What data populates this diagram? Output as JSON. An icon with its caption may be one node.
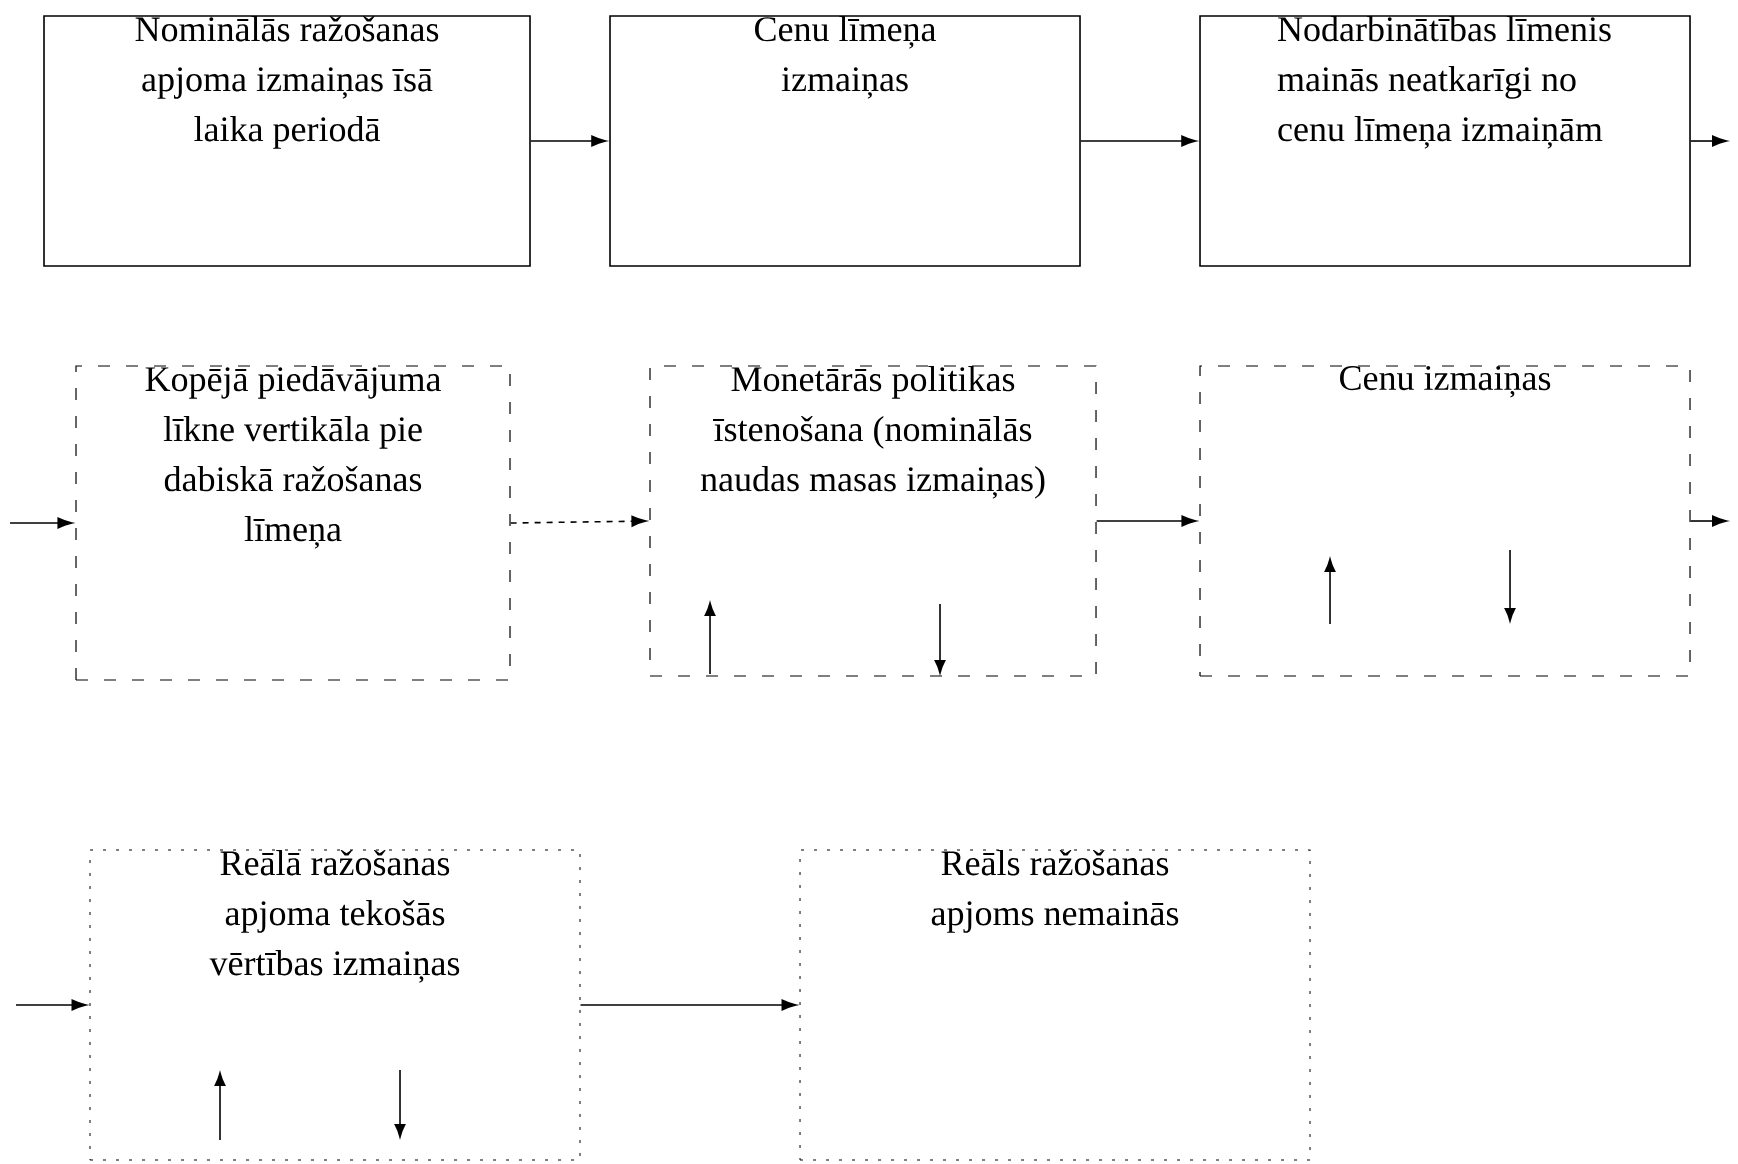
{
  "diagram": {
    "nodes": [
      {
        "text": [
          "Nominālās ražošanas apjoma izmaiņas īsā laika periodā"
        ]
      },
      {
        "text": [
          "Cenu līmeņa izmaiņas"
        ]
      },
      {
        "text": [
          "Nodarbinātības līmenis mainās neatkarīgi no cenu līmeņa izmaiņām"
        ]
      },
      {
        "text": [
          "Kopējā piedāvājuma līkne vertikāla pie dabiskā ražošanas līmeņa"
        ]
      },
      {
        "text": [
          "Monetārās politikas īstenošana (nominālās naudas masas izmaiņas)"
        ]
      },
      {
        "text": [
          "Cenu izmaiņas"
        ]
      },
      {
        "text": [
          "Reālā ražošanas apjoma tekošās vērtības izmaiņas"
        ]
      },
      {
        "text": [
          "Reāls ražošanas apjoms nemainās"
        ]
      }
    ],
    "edges": [
      {
        "from": 0,
        "to": 1,
        "arrow": "to"
      },
      {
        "from": 1,
        "to": 2,
        "arrow": "to"
      },
      {
        "from": 2,
        "to": null,
        "arrow": "to"
      },
      {
        "from": null,
        "to": 3,
        "arrow": "to"
      },
      {
        "from": 3,
        "to": 4,
        "arrow": "to",
        "style": "dashed"
      },
      {
        "from": 4,
        "to": 5,
        "arrow": "to"
      },
      {
        "from": 5,
        "to": null,
        "arrow": "to"
      },
      {
        "from": null,
        "to": 6,
        "arrow": "to"
      },
      {
        "from": 6,
        "to": 7,
        "arrow": "to"
      }
    ]
  }
}
